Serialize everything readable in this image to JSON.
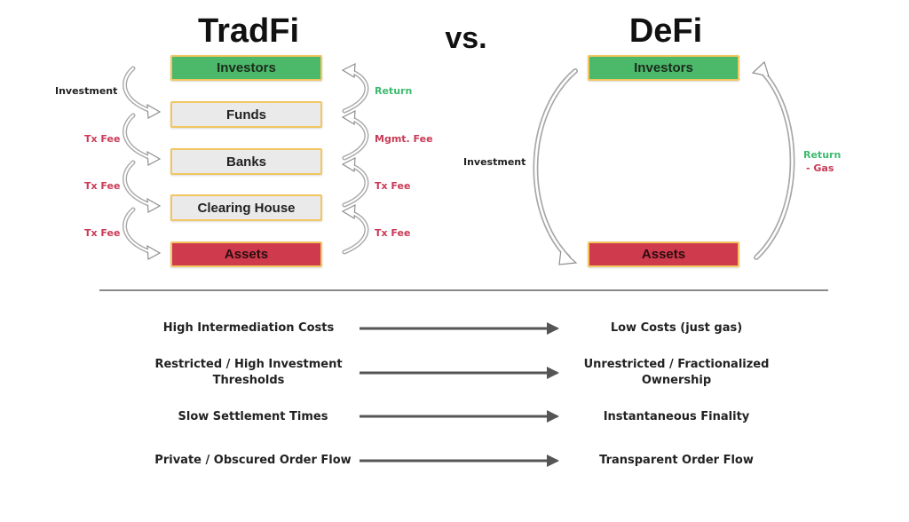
{
  "titles": {
    "tradfi": "TradFi",
    "vs": "vs.",
    "defi": "DeFi"
  },
  "tradfi": {
    "boxes": [
      "Investors",
      "Funds",
      "Banks",
      "Clearing House",
      "Assets"
    ],
    "left_labels": [
      "Investment",
      "Tx Fee",
      "Tx Fee",
      "Tx Fee"
    ],
    "right_labels": [
      "Return",
      "Mgmt. Fee",
      "Tx Fee",
      "Tx Fee"
    ]
  },
  "defi": {
    "boxes": [
      "Investors",
      "Assets"
    ],
    "left_label": "Investment",
    "right_label_return": "Return",
    "right_label_gas": "- Gas"
  },
  "comparisons": [
    {
      "tradfi": "High Intermediation Costs",
      "defi": "Low Costs (just gas)"
    },
    {
      "tradfi": "Restricted / High Investment Thresholds",
      "defi": "Unrestricted / Fractionalized Ownership"
    },
    {
      "tradfi": "Slow Settlement Times",
      "defi": "Instantaneous Finality"
    },
    {
      "tradfi": "Private / Obscured Order Flow",
      "defi": "Transparent Order Flow"
    }
  ],
  "colors": {
    "investors_green": "#4cb86a",
    "assets_red": "#cf3a4c",
    "box_grey": "#eaeaea",
    "box_border": "#f2c660",
    "fee_pink": "#c93a55",
    "return_green": "#3dbb6e"
  }
}
